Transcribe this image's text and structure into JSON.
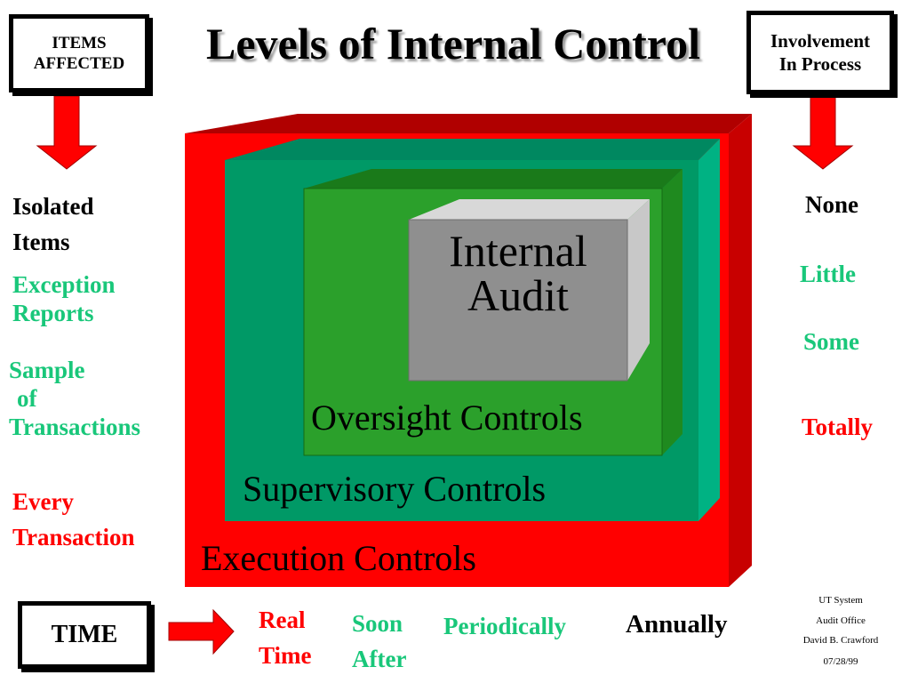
{
  "slide": {
    "title": "Levels of Internal Control",
    "left_box": {
      "line1": "ITEMS",
      "line2": "AFFECTED"
    },
    "right_box": {
      "line1": "Involvement",
      "line2": "In Process"
    },
    "time_box": "TIME"
  },
  "left_column": {
    "isolated": {
      "line1": "Isolated",
      "line2": "Items"
    },
    "exception": {
      "line1": "Exception",
      "line2": "Reports"
    },
    "sample": {
      "line1": "Sample",
      "line2": "of",
      "line3": "Transactions"
    },
    "every": {
      "line1": "Every",
      "line2": "Transaction"
    }
  },
  "right_column": {
    "none": "None",
    "little": "Little",
    "some": "Some",
    "totally": "Totally"
  },
  "boxes": {
    "internal_audit": {
      "line1": "Internal",
      "line2": "Audit"
    },
    "oversight": "Oversight Controls",
    "supervisory": "Supervisory Controls",
    "execution": "Execution Controls"
  },
  "time_row": {
    "real": {
      "line1": "Real",
      "line2": "Time"
    },
    "soon": {
      "line1": "Soon",
      "line2": "After"
    },
    "periodically": "Periodically",
    "annually": "Annually"
  },
  "credits": {
    "line1": "UT System",
    "line2": "Audit Office",
    "line3": "David B. Crawford",
    "line4": "07/28/99"
  },
  "colors": {
    "execution_front": "#ff0000",
    "execution_side": "#c80000",
    "supervisory_front": "#009966",
    "supervisory_side": "#00b283",
    "oversight_front": "#2ba02b",
    "oversight_side": "#1f8a1f",
    "audit_front": "#8f8f8f",
    "audit_side": "#c8c8c8",
    "arrow": "#ff0000"
  }
}
